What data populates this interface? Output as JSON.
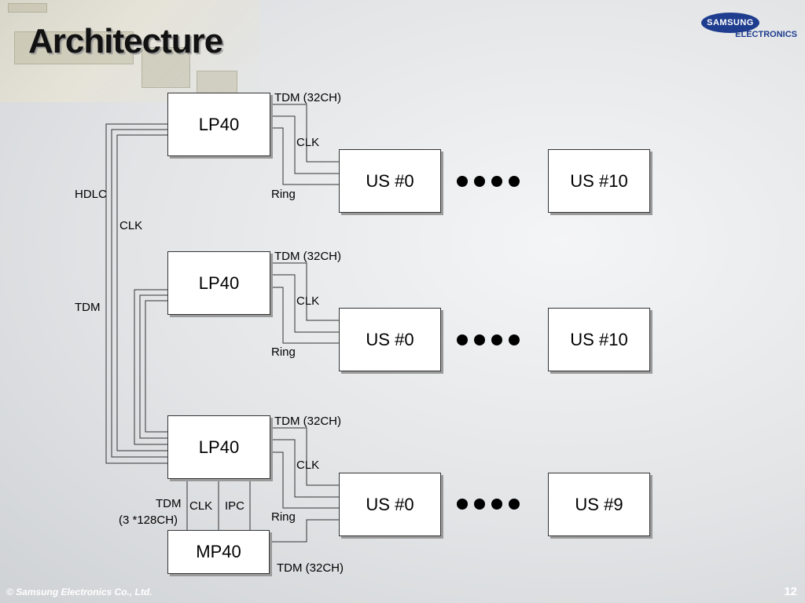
{
  "slide": {
    "title": "Architecture",
    "footer": "© Samsung Electronics Co., Ltd.",
    "page_number": "12"
  },
  "logo": {
    "brand": "SAMSUNG",
    "sub": "ELECTRONICS",
    "color": "#1e3d8f"
  },
  "rows": [
    {
      "lp": "LP40",
      "us_first": "US #0",
      "us_last": "US #10",
      "tdm_label": "TDM (32CH)",
      "clk_label": "CLK",
      "ring_label": "Ring"
    },
    {
      "lp": "LP40",
      "us_first": "US #0",
      "us_last": "US #10",
      "tdm_label": "TDM (32CH)",
      "clk_label": "CLK",
      "ring_label": "Ring"
    },
    {
      "lp": "LP40",
      "us_first": "US #0",
      "us_last": "US #9",
      "tdm_label": "TDM (32CH)",
      "clk_label": "CLK",
      "ring_label": "Ring"
    }
  ],
  "mp": {
    "label": "MP40",
    "tdm_label": "TDM",
    "tdm_sub": "(3 *128CH)",
    "clk_label": "CLK",
    "ipc_label": "IPC",
    "bottom_tdm_label": "TDM (32CH)"
  },
  "bus_labels": {
    "hdlc": "HDLC",
    "clk": "CLK",
    "tdm": "TDM"
  }
}
